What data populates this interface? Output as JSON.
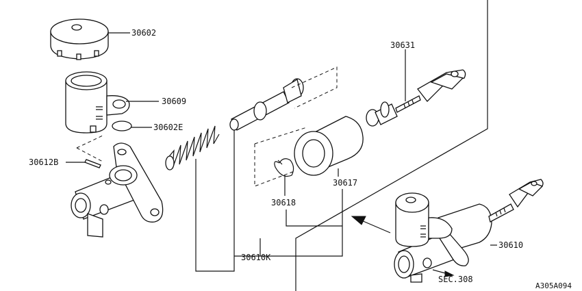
{
  "parts": {
    "reservoir_cap": "30602",
    "reservoir_tank": "30609",
    "seal_ring": "30602E",
    "pin": "30612B",
    "push_rod": "30631",
    "piston_seal": "30617",
    "snap_ring": "30618",
    "repair_kit": "30610K",
    "master_cylinder": "30610",
    "section_ref": "SEC.308"
  },
  "figure_code": "A305A094"
}
